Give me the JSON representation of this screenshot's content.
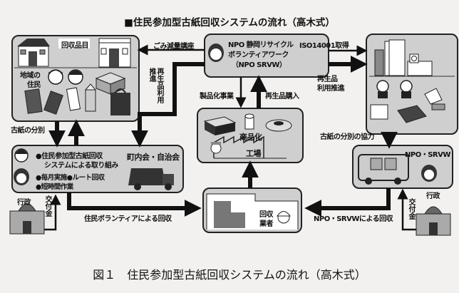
{
  "title": "■住民参加型古紙回収システムの流れ（高木式）",
  "caption": "図１　住民参加型古紙回収システムの流れ（高木式）",
  "nodes": {
    "residents": {
      "badge": "回収品目",
      "label_line1": "地域の",
      "label_line2": "住民"
    },
    "npo": {
      "line1": "NPO 静岡リサイクル",
      "line2": "ボランティアワーク",
      "line3": "（NPO SRVW）"
    },
    "community": {
      "bullet1_line1": "●住民参加型古紙回収",
      "bullet1_line2": "システムによる取り組み",
      "bullet2": "●毎月実施●ルート回収",
      "bullet3": "●短時間作業",
      "org": "町内会・自治会"
    },
    "factory": {
      "product_label": "商品化",
      "factory_label": "工場"
    },
    "collector": {
      "label_line1": "回収",
      "label_line2": "業者"
    },
    "npo_truck": {
      "label": "NPO・SRVW"
    },
    "gov_left": {
      "label": "行政"
    },
    "gov_right": {
      "label": "行政"
    }
  },
  "flows": {
    "garbage_seminar": "ごみ減量講座",
    "recycled_use_left": "再生品利用推進",
    "iso": "ISO14001取得",
    "recycled_use_right_line1": "再生品",
    "recycled_use_right_line2": "利用推進",
    "productization": "製品化事業",
    "recycled_purchase": "再生品購入",
    "sorting": "古紙の分別",
    "sorting_coop": "古紙の分別の協力",
    "subsidy_left": "交付金",
    "subsidy_right": "交付金",
    "resident_collection": "住民ボランティアによる回収",
    "npo_collection": "NPO・SRVWによる回収"
  }
}
